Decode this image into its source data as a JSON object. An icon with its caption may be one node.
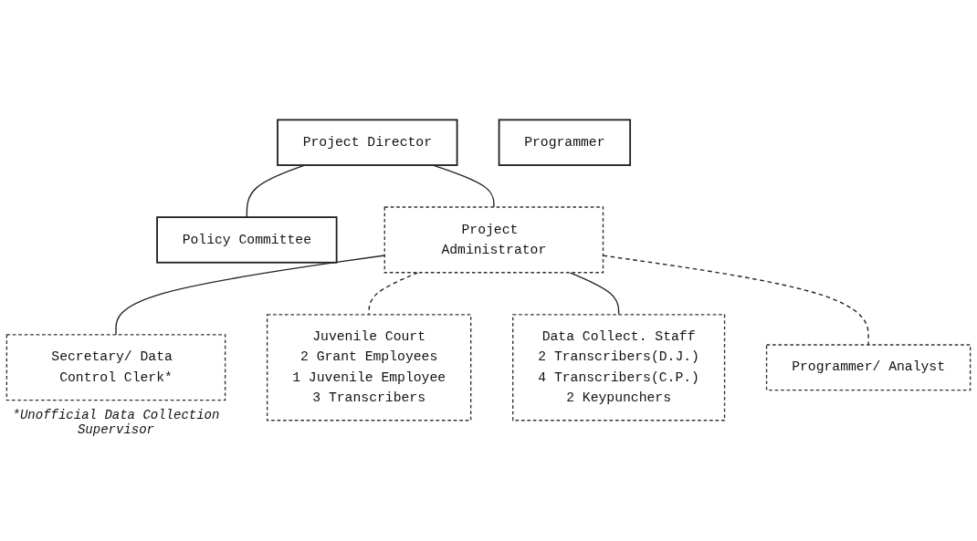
{
  "diagram": {
    "nodes": [
      {
        "text": [
          "Project Director"
        ]
      },
      {
        "text": [
          "Policy Committee"
        ]
      },
      {
        "text": [
          "Project Administrator"
        ]
      },
      {
        "text": [
          "Secretary/ Data Control Clerk*"
        ],
        "beside": [
          "*Unofficial Data Collection Supervisor"
        ]
      },
      {
        "text": [
          "Juvenile Court",
          "2 Grant Employees",
          "1 Juvenile Employee",
          "3 Transcribers"
        ]
      },
      {
        "text": [
          "Data Collect. Staff",
          "2 Transcribers(D.J.)",
          "4 Transcribers(C.P.)",
          "2 Keypunchers"
        ]
      },
      {
        "text": [
          "Programmer/ Analyst"
        ]
      },
      {
        "text": [
          "Programmer"
        ]
      }
    ],
    "edges": [
      {
        "from": 0,
        "to": 1,
        "arrow": "none"
      },
      {
        "from": 0,
        "to": 2,
        "arrow": "none"
      },
      {
        "from": 2,
        "to": 3,
        "arrow": "none"
      },
      {
        "from": 2,
        "to": 4,
        "arrow": "none",
        "style": "dashed"
      },
      {
        "from": 2,
        "to": 5,
        "arrow": "none"
      },
      {
        "from": 2,
        "to": 6,
        "arrow": "none",
        "style": "dashed"
      }
    ]
  }
}
